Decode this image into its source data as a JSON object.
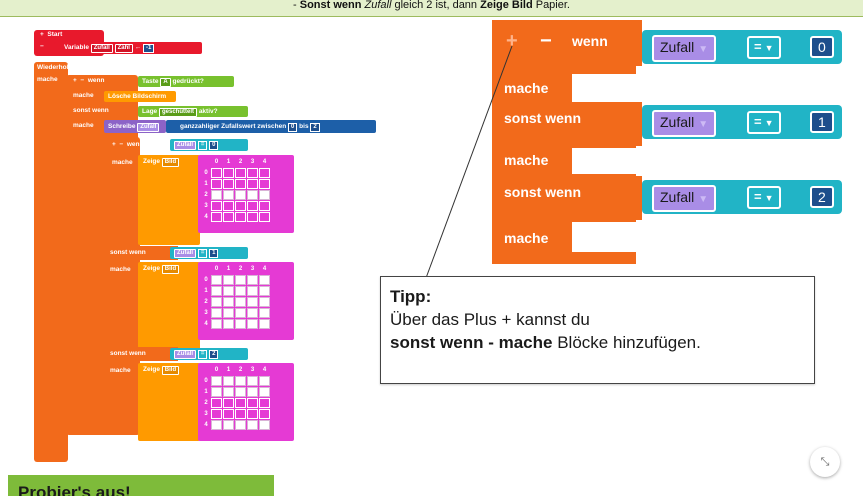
{
  "instruction": {
    "prefix": "- ",
    "bold1": "Sonst wenn",
    "italic": " Zufall",
    "text": " gleich 2 ist, dann ",
    "bold2": "Zeige Bild",
    "suffix": " Papier."
  },
  "small_workspace": {
    "start": "Start",
    "variable": "Variable",
    "var_name": "Zufall",
    "var_type": "Zahl",
    "arrow": "←",
    "init_value": "-1",
    "repeat": "Wiederhole unendlich oft",
    "mache": "mache",
    "wenn": "wenn",
    "sonst_wenn": "sonst wenn",
    "taste": "Taste",
    "key": "A",
    "gedrueckt": "gedrückt?",
    "loesche": "Lösche Bildschirm",
    "lage": "Lage",
    "geschuettelt": "geschüttelt",
    "aktiv": "aktiv?",
    "schreibe": "Schreibe",
    "zufallswert": "ganzzahliger Zufallswert zwischen",
    "min": "0",
    "bis": "bis",
    "max": "2",
    "eq": "=",
    "zeige": "Zeige",
    "bild": "Bild",
    "cols": [
      "0",
      "1",
      "2",
      "3",
      "4"
    ],
    "values": [
      "0",
      "1",
      "2"
    ],
    "images": [
      [
        [
          1,
          1,
          1,
          1,
          1
        ],
        [
          1,
          1,
          1,
          1,
          1
        ],
        [
          0,
          0,
          0,
          0,
          0
        ],
        [
          1,
          1,
          1,
          1,
          1
        ],
        [
          1,
          1,
          1,
          1,
          1
        ]
      ],
      [
        [
          0,
          0,
          0,
          0,
          0
        ],
        [
          0,
          0,
          0,
          0,
          0
        ],
        [
          0,
          0,
          0,
          0,
          0
        ],
        [
          0,
          0,
          0,
          0,
          0
        ],
        [
          0,
          0,
          0,
          0,
          0
        ]
      ],
      [
        [
          0,
          0,
          0,
          0,
          0
        ],
        [
          0,
          0,
          0,
          0,
          0
        ],
        [
          1,
          1,
          1,
          1,
          1
        ],
        [
          1,
          1,
          1,
          1,
          1
        ],
        [
          0,
          0,
          0,
          0,
          0
        ]
      ]
    ]
  },
  "zoom": {
    "plus": "+",
    "minus": "−",
    "wenn": "wenn",
    "mache": "mache",
    "sonst_wenn": "sonst wenn",
    "variable": "Zufall",
    "operator": "=",
    "values": [
      "0",
      "1",
      "2"
    ]
  },
  "tip": {
    "title": "Tipp:",
    "line1": "Über das Plus + kannst du",
    "bold": "sonst wenn - mache",
    "line2_rest": " Blöcke hinzufügen."
  },
  "try_label": "Probier's aus!",
  "shrink_icon": "⤡"
}
